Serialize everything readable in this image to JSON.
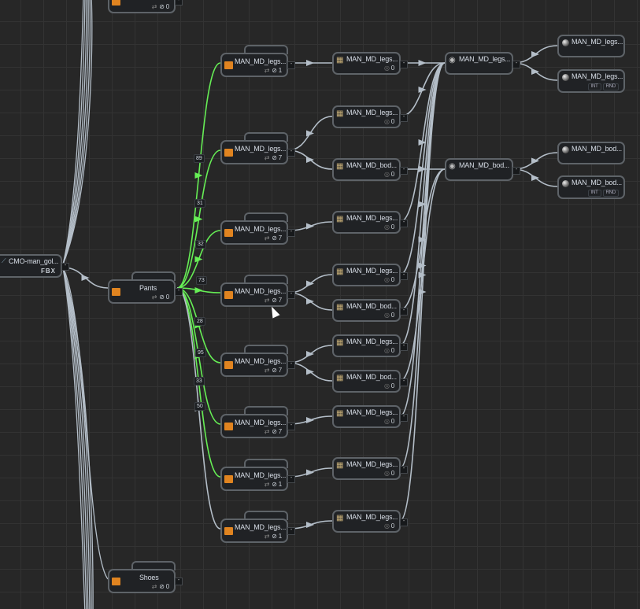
{
  "source": {
    "name": "CMO-man_gol...",
    "format": "FBX"
  },
  "groups": [
    {
      "name": "",
      "count": "0"
    },
    {
      "name": "Pants",
      "count": "0"
    },
    {
      "name": "Shoes",
      "count": "0"
    }
  ],
  "folders": [
    {
      "name": "MAN_MD_legs...",
      "count": "1"
    },
    {
      "name": "MAN_MD_legs...",
      "count": "7"
    },
    {
      "name": "MAN_MD_legs...",
      "count": "7"
    },
    {
      "name": "MAN_MD_legs...",
      "count": "7"
    },
    {
      "name": "MAN_MD_legs...",
      "count": "7"
    },
    {
      "name": "MAN_MD_legs...",
      "count": "7"
    },
    {
      "name": "MAN_MD_legs...",
      "count": "1"
    },
    {
      "name": "MAN_MD_legs...",
      "count": "1"
    }
  ],
  "edge_labels": [
    "89",
    "31",
    "32",
    "73",
    "28",
    "95",
    "33",
    "50"
  ],
  "materials": [
    {
      "name": "MAN_MD_legs...",
      "count": "0"
    },
    {
      "name": "MAN_MD_legs...",
      "count": "0"
    },
    {
      "name": "MAN_MD_bod...",
      "count": "0"
    },
    {
      "name": "MAN_MD_legs...",
      "count": "0"
    },
    {
      "name": "MAN_MD_legs...",
      "count": "0"
    },
    {
      "name": "MAN_MD_bod...",
      "count": "0"
    },
    {
      "name": "MAN_MD_legs...",
      "count": "0"
    },
    {
      "name": "MAN_MD_bod...",
      "count": "0"
    },
    {
      "name": "MAN_MD_legs...",
      "count": "0"
    },
    {
      "name": "MAN_MD_legs...",
      "count": "0"
    },
    {
      "name": "MAN_MD_legs...",
      "count": "0"
    }
  ],
  "textures": [
    {
      "name": "MAN_MD_legs..."
    },
    {
      "name": "MAN_MD_bod..."
    }
  ],
  "outputs": [
    {
      "name": "MAN_MD_legs...",
      "badges": []
    },
    {
      "name": "MAN_MD_legs...",
      "badges": [
        "INT",
        "RND"
      ]
    },
    {
      "name": "MAN_MD_bod...",
      "badges": []
    },
    {
      "name": "MAN_MD_bod...",
      "badges": [
        "INT",
        "RND"
      ]
    }
  ],
  "colors": {
    "edge": "#b4bec8",
    "active_edge": "#66ee55",
    "folder": "#e08420"
  }
}
